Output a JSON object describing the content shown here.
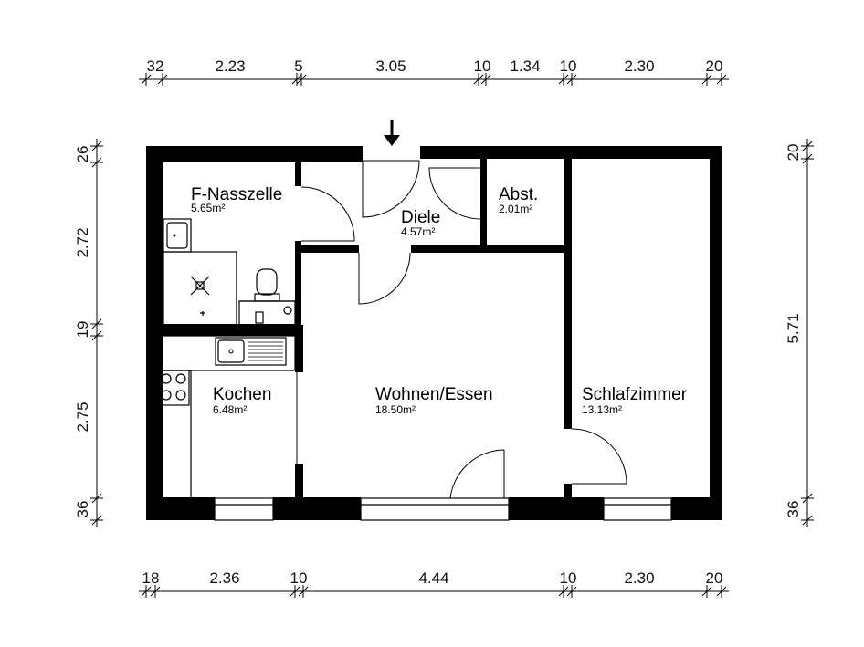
{
  "dimensions": {
    "top": [
      "32",
      "2.23",
      "5",
      "3.05",
      "10",
      "1.34",
      "10",
      "2.30",
      "20"
    ],
    "bottom": [
      "18",
      "2.36",
      "10",
      "4.44",
      "10",
      "2.30",
      "20"
    ],
    "left": [
      "26",
      "2.72",
      "19",
      "2.75",
      "36"
    ],
    "right": [
      "20",
      "5.71",
      "36"
    ]
  },
  "rooms": {
    "nasszelle": {
      "name": "F-Nasszelle",
      "area": "5.65m²"
    },
    "diele": {
      "name": "Diele",
      "area": "4.57m²"
    },
    "abst": {
      "name": "Abst.",
      "area": "2.01m²"
    },
    "kochen": {
      "name": "Kochen",
      "area": "6.48m²"
    },
    "wohnen": {
      "name": "Wohnen/Essen",
      "area": "18.50m²"
    },
    "schlaf": {
      "name": "Schlafzimmer",
      "area": "13.13m²"
    }
  }
}
